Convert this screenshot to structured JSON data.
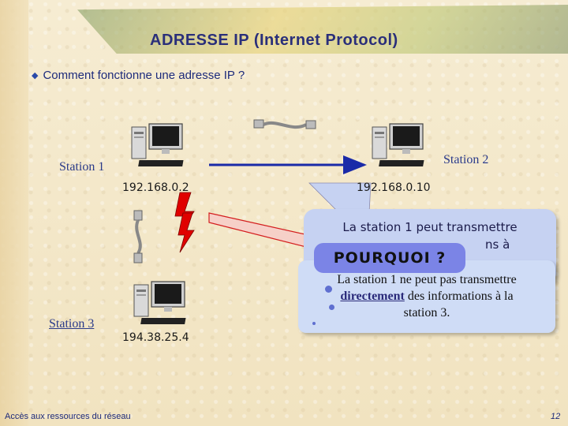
{
  "slide": {
    "title": "ADRESSE IP (Internet Protocol)",
    "bullet": "Comment fonctionne une adresse IP ?",
    "footer": "Accès aux ressources du réseau",
    "page_number": "12"
  },
  "stations": {
    "station1": {
      "label": "Station 1",
      "ip": "192.168.0.2"
    },
    "station2": {
      "label": "Station 2",
      "ip": "192.168.0.10"
    },
    "station3": {
      "label": "Station 3",
      "ip": "194.38.25.4"
    }
  },
  "callouts": {
    "bubble1_line1": "La station 1 peut transmettre",
    "bubble1_line2_tail": "ns à",
    "pourquoi": "POURQUOI ?",
    "bubble2_before": "La station 1 ne peut pas transmettre",
    "bubble2_emph": "directement",
    "bubble2_after": "des informations à la",
    "bubble2_last": "station 3."
  },
  "colors": {
    "title": "#2a2f7a",
    "arrow": "#1a2aa8",
    "lightning": "#e00000",
    "bubble": "#c6d2f2",
    "pourquoi_bg": "#7b84e6"
  },
  "icons": [
    "computer-icon",
    "network-cable-icon",
    "lightning-icon"
  ]
}
